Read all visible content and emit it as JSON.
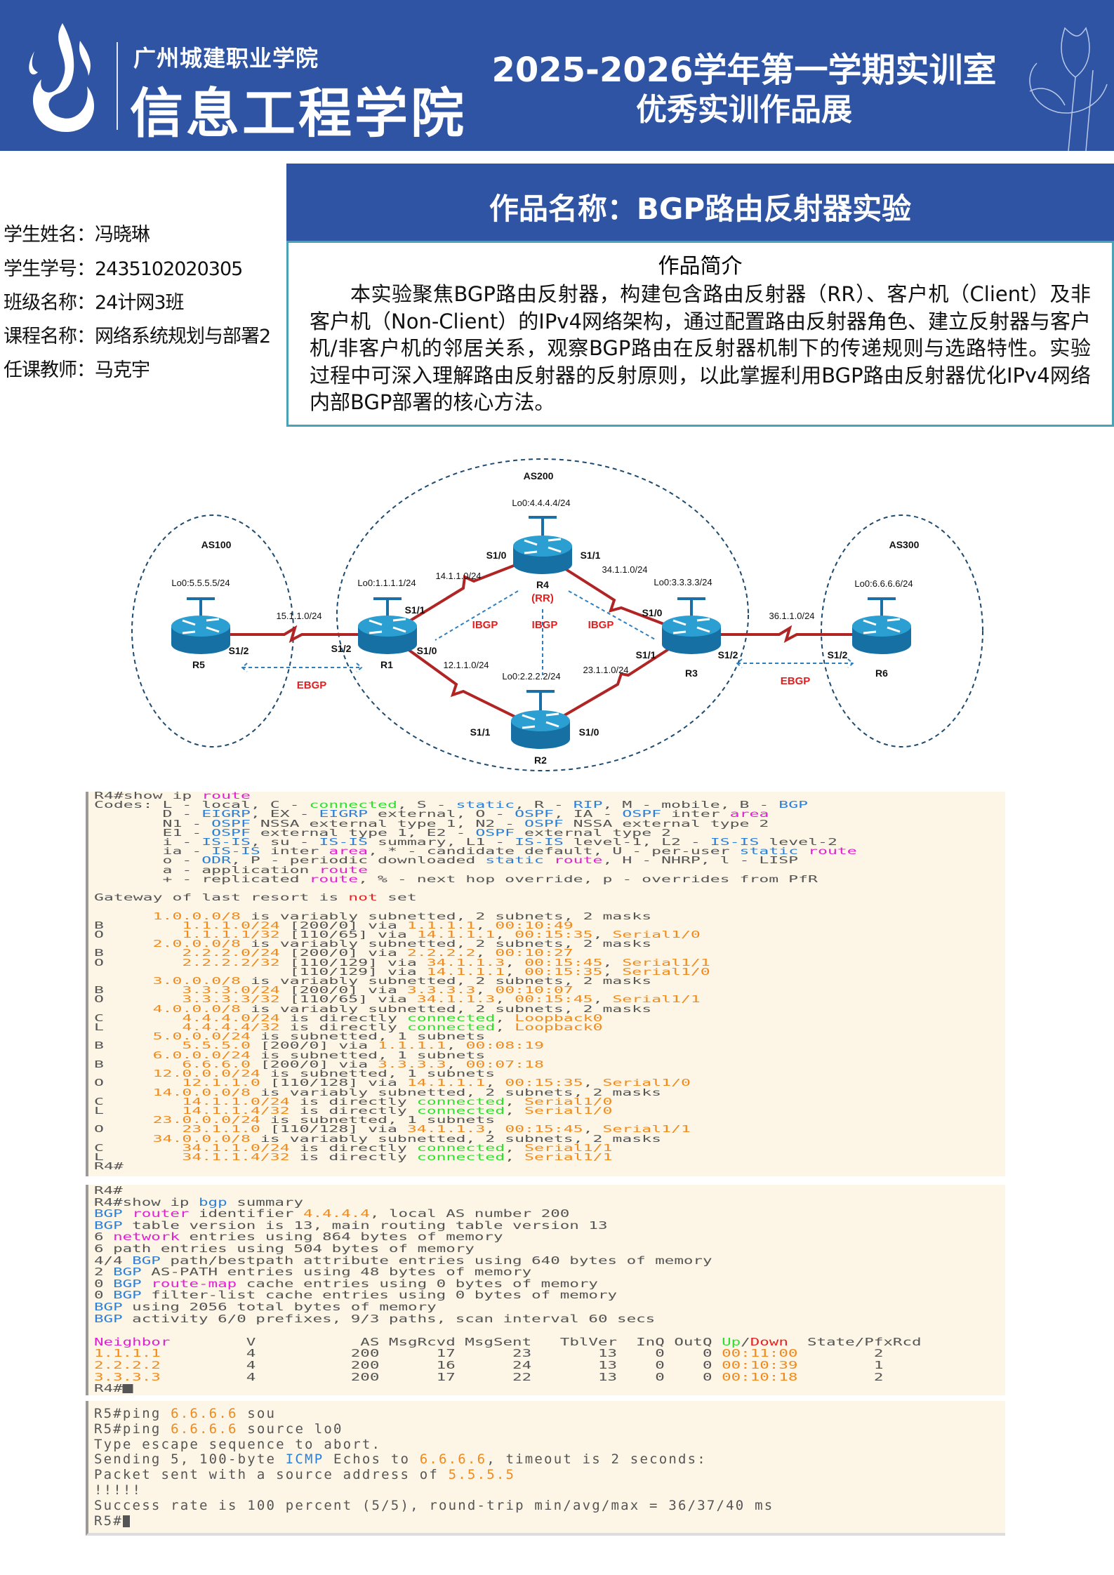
{
  "header": {
    "school": "广州城建职业学院",
    "college": "信息工程学院",
    "event_line1": "2025-2026学年第一学期实训室",
    "event_line2": "优秀实训作品展"
  },
  "student": {
    "name": "学生姓名：冯晓琳",
    "id": "学生学号：2435102020305",
    "class": "班级名称：24计网3班",
    "course": "课程名称：网络系统规划与部署2",
    "teacher": "任课教师：马克宇"
  },
  "project": {
    "title": "作品名称：BGP路由反射器实验",
    "intro_heading": "作品简介",
    "intro": "本实验聚焦BGP路由反射器，构建包含路由反射器（RR）、客户机（Client）及非客户机（Non-Client）的IPv4网络架构，通过配置路由反射器角色、建立反射器与客户机/非客户机的邻居关系，观察BGP路由在反射器机制下的传递规则与选路特性。实验过程中可深入理解路由反射器的反射原则，以此掌握利用BGP路由反射器优化IPv4网络内部BGP部署的核心方法。"
  },
  "diagram": {
    "as100": "AS100",
    "as200": "AS200",
    "as300": "AS300",
    "r1": "R1",
    "r2": "R2",
    "r3": "R3",
    "r4": "R4",
    "r5": "R5",
    "r6": "R6",
    "rr": "(RR)",
    "lo_r1": "Lo0:1.1.1.1/24",
    "lo_r2": "Lo0:2.2.2.2/24",
    "lo_r3": "Lo0:3.3.3.3/24",
    "lo_r4": "Lo0:4.4.4.4/24",
    "lo_r5": "Lo0:5.5.5.5/24",
    "lo_r6": "Lo0:6.6.6.6/24",
    "net_15": "15.1.1.0/24",
    "net_14": "14.1.1.0/24",
    "net_34": "34.1.1.0/24",
    "net_12": "12.1.1.0/24",
    "net_23": "23.1.1.0/24",
    "net_36": "36.1.1.0/24",
    "r4_s10": "S1/0",
    "r4_s11": "S1/1",
    "r1_s11": "S1/1",
    "r1_s12": "S1/2",
    "r1_s10": "S1/0",
    "r5_s12": "S1/2",
    "r3_s10": "S1/0",
    "r3_s11": "S1/1",
    "r3_s12": "S1/2",
    "r6_s12": "S1/2",
    "r2_s11": "S1/1",
    "r2_s10": "S1/0",
    "ibgp": "IBGP",
    "ebgp": "EBGP"
  },
  "colors": {
    "header_blue": "#2f54a3",
    "orange": "#f08a1c",
    "green": "#2ee02e",
    "blue": "#2d7fd8",
    "magenta": "#e21fd2",
    "red": "#e52222",
    "link": "#b02424"
  },
  "terminal_route": [
    [
      "R4#show ip ",
      [
        "route",
        "m"
      ]
    ],
    [
      "Codes: L - local, C - ",
      [
        "connected",
        "g"
      ],
      ", S - ",
      [
        "static",
        "b"
      ],
      ", R - ",
      [
        "RIP",
        "b"
      ],
      ", M - mobile, B - ",
      [
        "BGP",
        "b"
      ]
    ],
    [
      "       D - ",
      [
        "EIGRP",
        "b"
      ],
      ", EX - ",
      [
        "EIGRP",
        "b"
      ],
      " external, O - ",
      [
        "OSPF",
        "b"
      ],
      ", IA - ",
      [
        "OSPF",
        "b"
      ],
      " inter ",
      [
        "area",
        "m"
      ]
    ],
    [
      "       N1 - ",
      [
        "OSPF",
        "b"
      ],
      " NSSA external type 1, N2 - ",
      [
        "OSPF",
        "b"
      ],
      " NSSA external type 2"
    ],
    [
      "       E1 - ",
      [
        "OSPF",
        "b"
      ],
      " external type 1, E2 - ",
      [
        "OSPF",
        "b"
      ],
      " external type 2"
    ],
    [
      "       i - ",
      [
        "IS-IS",
        "b"
      ],
      ", su - ",
      [
        "IS-IS",
        "b"
      ],
      " summary, L1 - ",
      [
        "IS-IS",
        "b"
      ],
      " level-1, L2 - ",
      [
        "IS-IS",
        "b"
      ],
      " level-2"
    ],
    [
      "       ia - ",
      [
        "IS-IS",
        "b"
      ],
      " inter ",
      [
        "area",
        "m"
      ],
      ", * - candidate default, U - per-user ",
      [
        "static",
        "b"
      ],
      " ",
      [
        "route",
        "m"
      ]
    ],
    [
      "       o - ",
      [
        "ODR",
        "b"
      ],
      ", P - periodic downloaded ",
      [
        "static",
        "b"
      ],
      " ",
      [
        "route",
        "m"
      ],
      ", H - NHRP, l - LISP"
    ],
    [
      "       a - application ",
      [
        "route",
        "m"
      ]
    ],
    [
      "       + - replicated ",
      [
        "route",
        "m"
      ],
      ", % - next hop override, p - overrides from PfR"
    ],
    [
      ""
    ],
    [
      "Gateway of last resort is ",
      [
        "not",
        "r"
      ],
      " set"
    ],
    [
      ""
    ],
    [
      "      ",
      [
        "1.0.0.0/8",
        "o"
      ],
      " is variably subnetted, 2 subnets, 2 masks"
    ],
    [
      "B        ",
      [
        "1.1.1.0/24",
        "o"
      ],
      " [200/0] via ",
      [
        "1.1.1.1",
        "o"
      ],
      ", ",
      [
        "00:10:49",
        "o"
      ]
    ],
    [
      "O        ",
      [
        "1.1.1.1/32",
        "o"
      ],
      " [110/65] via ",
      [
        "14.1.1.1",
        "o"
      ],
      ", ",
      [
        "00:15:35",
        "o"
      ],
      ", ",
      [
        "Serial1/0",
        "o"
      ]
    ],
    [
      "      ",
      [
        "2.0.0.0/8",
        "o"
      ],
      " is variably subnetted, 2 subnets, 2 masks"
    ],
    [
      "B        ",
      [
        "2.2.2.0/24",
        "o"
      ],
      " [200/0] via ",
      [
        "2.2.2.2",
        "o"
      ],
      ", ",
      [
        "00:10:27",
        "o"
      ]
    ],
    [
      "O        ",
      [
        "2.2.2.2/32",
        "o"
      ],
      " [110/129] via ",
      [
        "34.1.1.3",
        "o"
      ],
      ", ",
      [
        "00:15:45",
        "o"
      ],
      ", ",
      [
        "Serial1/1",
        "o"
      ]
    ],
    [
      "                    [110/129] via ",
      [
        "14.1.1.1",
        "o"
      ],
      ", ",
      [
        "00:15:35",
        "o"
      ],
      ", ",
      [
        "Serial1/0",
        "o"
      ]
    ],
    [
      "      ",
      [
        "3.0.0.0/8",
        "o"
      ],
      " is variably subnetted, 2 subnets, 2 masks"
    ],
    [
      "B        ",
      [
        "3.3.3.0/24",
        "o"
      ],
      " [200/0] via ",
      [
        "3.3.3.3",
        "o"
      ],
      ", ",
      [
        "00:10:07",
        "o"
      ]
    ],
    [
      "O        ",
      [
        "3.3.3.3/32",
        "o"
      ],
      " [110/65] via ",
      [
        "34.1.1.3",
        "o"
      ],
      ", ",
      [
        "00:15:45",
        "o"
      ],
      ", ",
      [
        "Serial1/1",
        "o"
      ]
    ],
    [
      "      ",
      [
        "4.0.0.0/8",
        "o"
      ],
      " is variably subnetted, 2 subnets, 2 masks"
    ],
    [
      "C        ",
      [
        "4.4.4.0/24",
        "o"
      ],
      " is directly ",
      [
        "connected",
        "g"
      ],
      ", ",
      [
        "Loopback0",
        "o"
      ]
    ],
    [
      "L        ",
      [
        "4.4.4.4/32",
        "o"
      ],
      " is directly ",
      [
        "connected",
        "g"
      ],
      ", ",
      [
        "Loopback0",
        "o"
      ]
    ],
    [
      "      ",
      [
        "5.0.0.0/24",
        "o"
      ],
      " is subnetted, 1 subnets"
    ],
    [
      "B        ",
      [
        "5.5.5.0",
        "o"
      ],
      " [200/0] via ",
      [
        "1.1.1.1",
        "o"
      ],
      ", ",
      [
        "00:08:19",
        "o"
      ]
    ],
    [
      "      ",
      [
        "6.0.0.0/24",
        "o"
      ],
      " is subnetted, 1 subnets"
    ],
    [
      "B        ",
      [
        "6.6.6.0",
        "o"
      ],
      " [200/0] via ",
      [
        "3.3.3.3",
        "o"
      ],
      ", ",
      [
        "00:07:18",
        "o"
      ]
    ],
    [
      "      ",
      [
        "12.0.0.0/24",
        "o"
      ],
      " is subnetted, 1 subnets"
    ],
    [
      "O        ",
      [
        "12.1.1.0",
        "o"
      ],
      " [110/128] via ",
      [
        "14.1.1.1",
        "o"
      ],
      ", ",
      [
        "00:15:35",
        "o"
      ],
      ", ",
      [
        "Serial1/0",
        "o"
      ]
    ],
    [
      "      ",
      [
        "14.0.0.0/8",
        "o"
      ],
      " is variably subnetted, 2 subnets, 2 masks"
    ],
    [
      "C        ",
      [
        "14.1.1.0/24",
        "o"
      ],
      " is directly ",
      [
        "connected",
        "g"
      ],
      ", ",
      [
        "Serial1/0",
        "o"
      ]
    ],
    [
      "L        ",
      [
        "14.1.1.4/32",
        "o"
      ],
      " is directly ",
      [
        "connected",
        "g"
      ],
      ", ",
      [
        "Serial1/0",
        "o"
      ]
    ],
    [
      "      ",
      [
        "23.0.0.0/24",
        "o"
      ],
      " is subnetted, 1 subnets"
    ],
    [
      "O        ",
      [
        "23.1.1.0",
        "o"
      ],
      " [110/128] via ",
      [
        "34.1.1.3",
        "o"
      ],
      ", ",
      [
        "00:15:45",
        "o"
      ],
      ", ",
      [
        "Serial1/1",
        "o"
      ]
    ],
    [
      "      ",
      [
        "34.0.0.0/8",
        "o"
      ],
      " is variably subnetted, 2 subnets, 2 masks"
    ],
    [
      "C        ",
      [
        "34.1.1.0/24",
        "o"
      ],
      " is directly ",
      [
        "connected",
        "g"
      ],
      ", ",
      [
        "Serial1/1",
        "o"
      ]
    ],
    [
      "L        ",
      [
        "34.1.1.4/32",
        "o"
      ],
      " is directly ",
      [
        "connected",
        "g"
      ],
      ", ",
      [
        "Serial1/1",
        "o"
      ]
    ],
    [
      "R4#"
    ]
  ],
  "terminal_bgp": [
    [
      "R4#"
    ],
    [
      "R4#show ip ",
      [
        "bgp",
        "b"
      ],
      " summary"
    ],
    [
      [
        "BGP",
        "b"
      ],
      " ",
      [
        "router",
        "m"
      ],
      " identifier ",
      [
        "4.4.4.4",
        "o"
      ],
      ", local AS number 200"
    ],
    [
      [
        "BGP",
        "b"
      ],
      " table version is 13, main routing table version 13"
    ],
    [
      "6 ",
      [
        "network",
        "m"
      ],
      " entries using 864 bytes of memory"
    ],
    [
      "6 path entries using 504 bytes of memory"
    ],
    [
      "4/4 ",
      [
        "BGP",
        "b"
      ],
      " path/bestpath attribute entries using 640 bytes of memory"
    ],
    [
      "2 ",
      [
        "BGP",
        "b"
      ],
      " AS-PATH entries using 48 bytes of memory"
    ],
    [
      "0 ",
      [
        "BGP",
        "b"
      ],
      " ",
      [
        "route-map",
        "m"
      ],
      " cache entries using 0 bytes of memory"
    ],
    [
      "0 ",
      [
        "BGP",
        "b"
      ],
      " filter-list cache entries using 0 bytes of memory"
    ],
    [
      [
        "BGP",
        "b"
      ],
      " using 2056 total bytes of memory"
    ],
    [
      [
        "BGP",
        "b"
      ],
      " activity 6/0 prefixes, 9/3 paths, scan interval 60 secs"
    ],
    [
      ""
    ],
    [
      [
        "Neighbor",
        "m"
      ],
      "        V           AS MsgRcvd MsgSent   TblVer  InQ OutQ ",
      [
        "Up",
        "g"
      ],
      "/",
      [
        "Down",
        "r"
      ],
      "  State/PfxRcd"
    ],
    [
      [
        "1.1.1.1",
        "o"
      ],
      "         4          200      17      23       13    0    0 ",
      [
        "00:11:00",
        "o"
      ],
      "        2"
    ],
    [
      [
        "2.2.2.2",
        "o"
      ],
      "         4          200      16      24       13    0    0 ",
      [
        "00:10:39",
        "o"
      ],
      "        1"
    ],
    [
      [
        "3.3.3.3",
        "o"
      ],
      "         4          200      17      22       13    0    0 ",
      [
        "00:10:18",
        "o"
      ],
      "        2"
    ],
    [
      "R4#"
    ]
  ],
  "terminal_ping": [
    [
      "R5#ping ",
      [
        "6.6.6.6",
        "o"
      ],
      " sou"
    ],
    [
      "R5#ping ",
      [
        "6.6.6.6",
        "o"
      ],
      " source lo0"
    ],
    [
      "Type escape sequence to abort."
    ],
    [
      "Sending 5, 100-byte ",
      [
        "ICMP",
        "b"
      ],
      " Echos to ",
      [
        "6.6.6.6",
        "o"
      ],
      ", timeout is 2 seconds:"
    ],
    [
      "Packet sent with a source address of ",
      [
        "5.5.5.5",
        "o"
      ]
    ],
    [
      "!!!!!"
    ],
    [
      "Success rate is 100 percent (5/5), round-trip min/avg/max = 36/37/40 ms"
    ],
    [
      "R5#"
    ]
  ]
}
